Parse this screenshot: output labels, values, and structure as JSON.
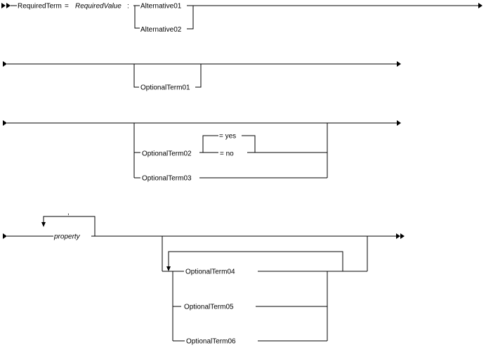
{
  "row1": {
    "required_term": "RequiredTerm",
    "equals": "=",
    "required_value": "RequiredValue",
    "colon": ":",
    "alternative01": "Alternative01",
    "alternative02": "Alternative02"
  },
  "row2": {
    "optional_term01": "OptionalTerm01"
  },
  "row3": {
    "optional_term02": "OptionalTerm02",
    "yes": "= yes",
    "no": "= no",
    "optional_term03": "OptionalTerm03"
  },
  "row4": {
    "separator": ",",
    "property": "property",
    "optional_term04": "OptionalTerm04",
    "optional_term05": "OptionalTerm05",
    "optional_term06": "OptionalTerm06"
  }
}
